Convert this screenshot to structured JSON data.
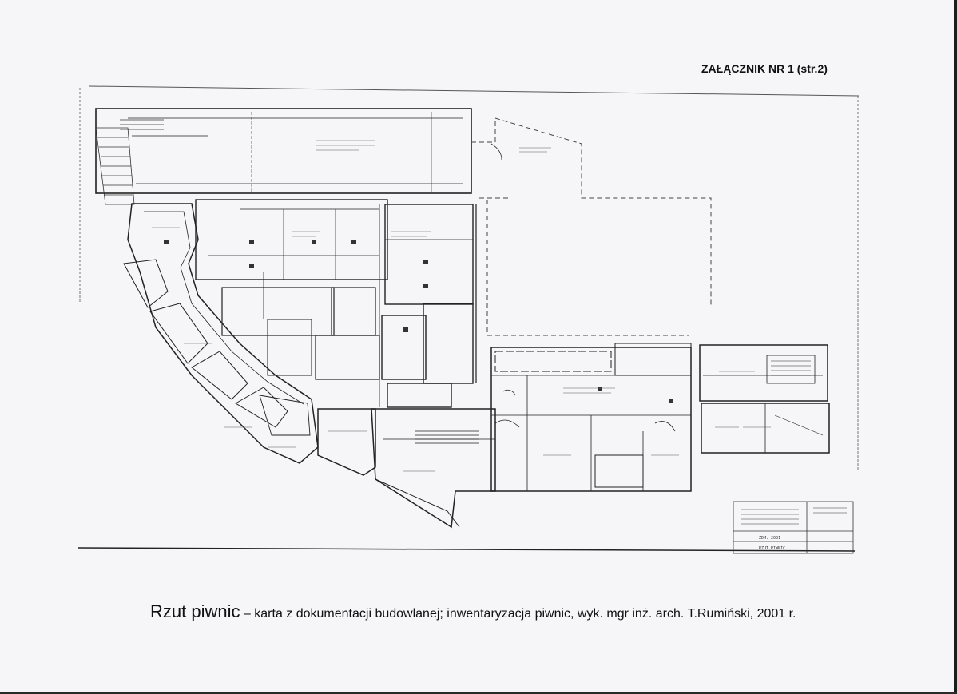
{
  "header": {
    "attachment": "ZAŁĄCZNIK NR 1 (str.2)"
  },
  "plan": {
    "title_block": [
      "ZDM. 2001",
      "RZUT PIWNIC"
    ]
  },
  "caption": {
    "title": "Rzut piwnic",
    "text": " – karta z dokumentacji budowlanej; inwentaryzacja piwnic, wyk. mgr inż. arch. T.Rumiński, 2001 r."
  }
}
